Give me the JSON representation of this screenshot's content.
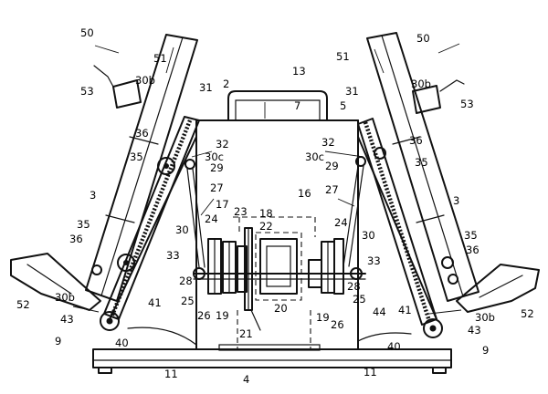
{
  "labels": {
    "l50a": "50",
    "l50b": "50",
    "l51a": "51",
    "l51b": "51",
    "l53a": "53",
    "l53b": "53",
    "l13": "13",
    "l30b1": "30b",
    "l30b2": "30b",
    "l30b3": "30b",
    "l30b4": "30b",
    "l31a": "31",
    "l31b": "31",
    "l2": "2",
    "l7": "7",
    "l5": "5",
    "l32a": "32",
    "l32b": "32",
    "l36a": "36",
    "l36b": "36",
    "l36c": "36",
    "l36d": "36",
    "l35a": "35",
    "l35b": "35",
    "l35c": "35",
    "l35d": "35",
    "l30ca": "30c",
    "l30cb": "30c",
    "l29a": "29",
    "l29b": "29",
    "l27a": "27",
    "l27b": "27",
    "l3a": "3",
    "l3b": "3",
    "l17": "17",
    "l23": "23",
    "l18": "18",
    "l16": "16",
    "l24a": "24",
    "l24b": "24",
    "l30a": "30",
    "l30d": "30",
    "l22": "22",
    "l33a": "33",
    "l33b": "33",
    "l52a": "52",
    "l52b": "52",
    "l28a": "28",
    "l28b": "28",
    "l25a": "25",
    "l25b": "25",
    "l26a": "26",
    "l26b": "26",
    "l19a": "19",
    "l19b": "19",
    "l20": "20",
    "l21": "21",
    "l41a": "41",
    "l41b": "41",
    "l43a": "43",
    "l43b": "43",
    "l44": "44",
    "l40a": "40",
    "l40b": "40",
    "l9a": "9",
    "l9b": "9",
    "l11a": "11",
    "l11b": "11",
    "l4": "4"
  }
}
